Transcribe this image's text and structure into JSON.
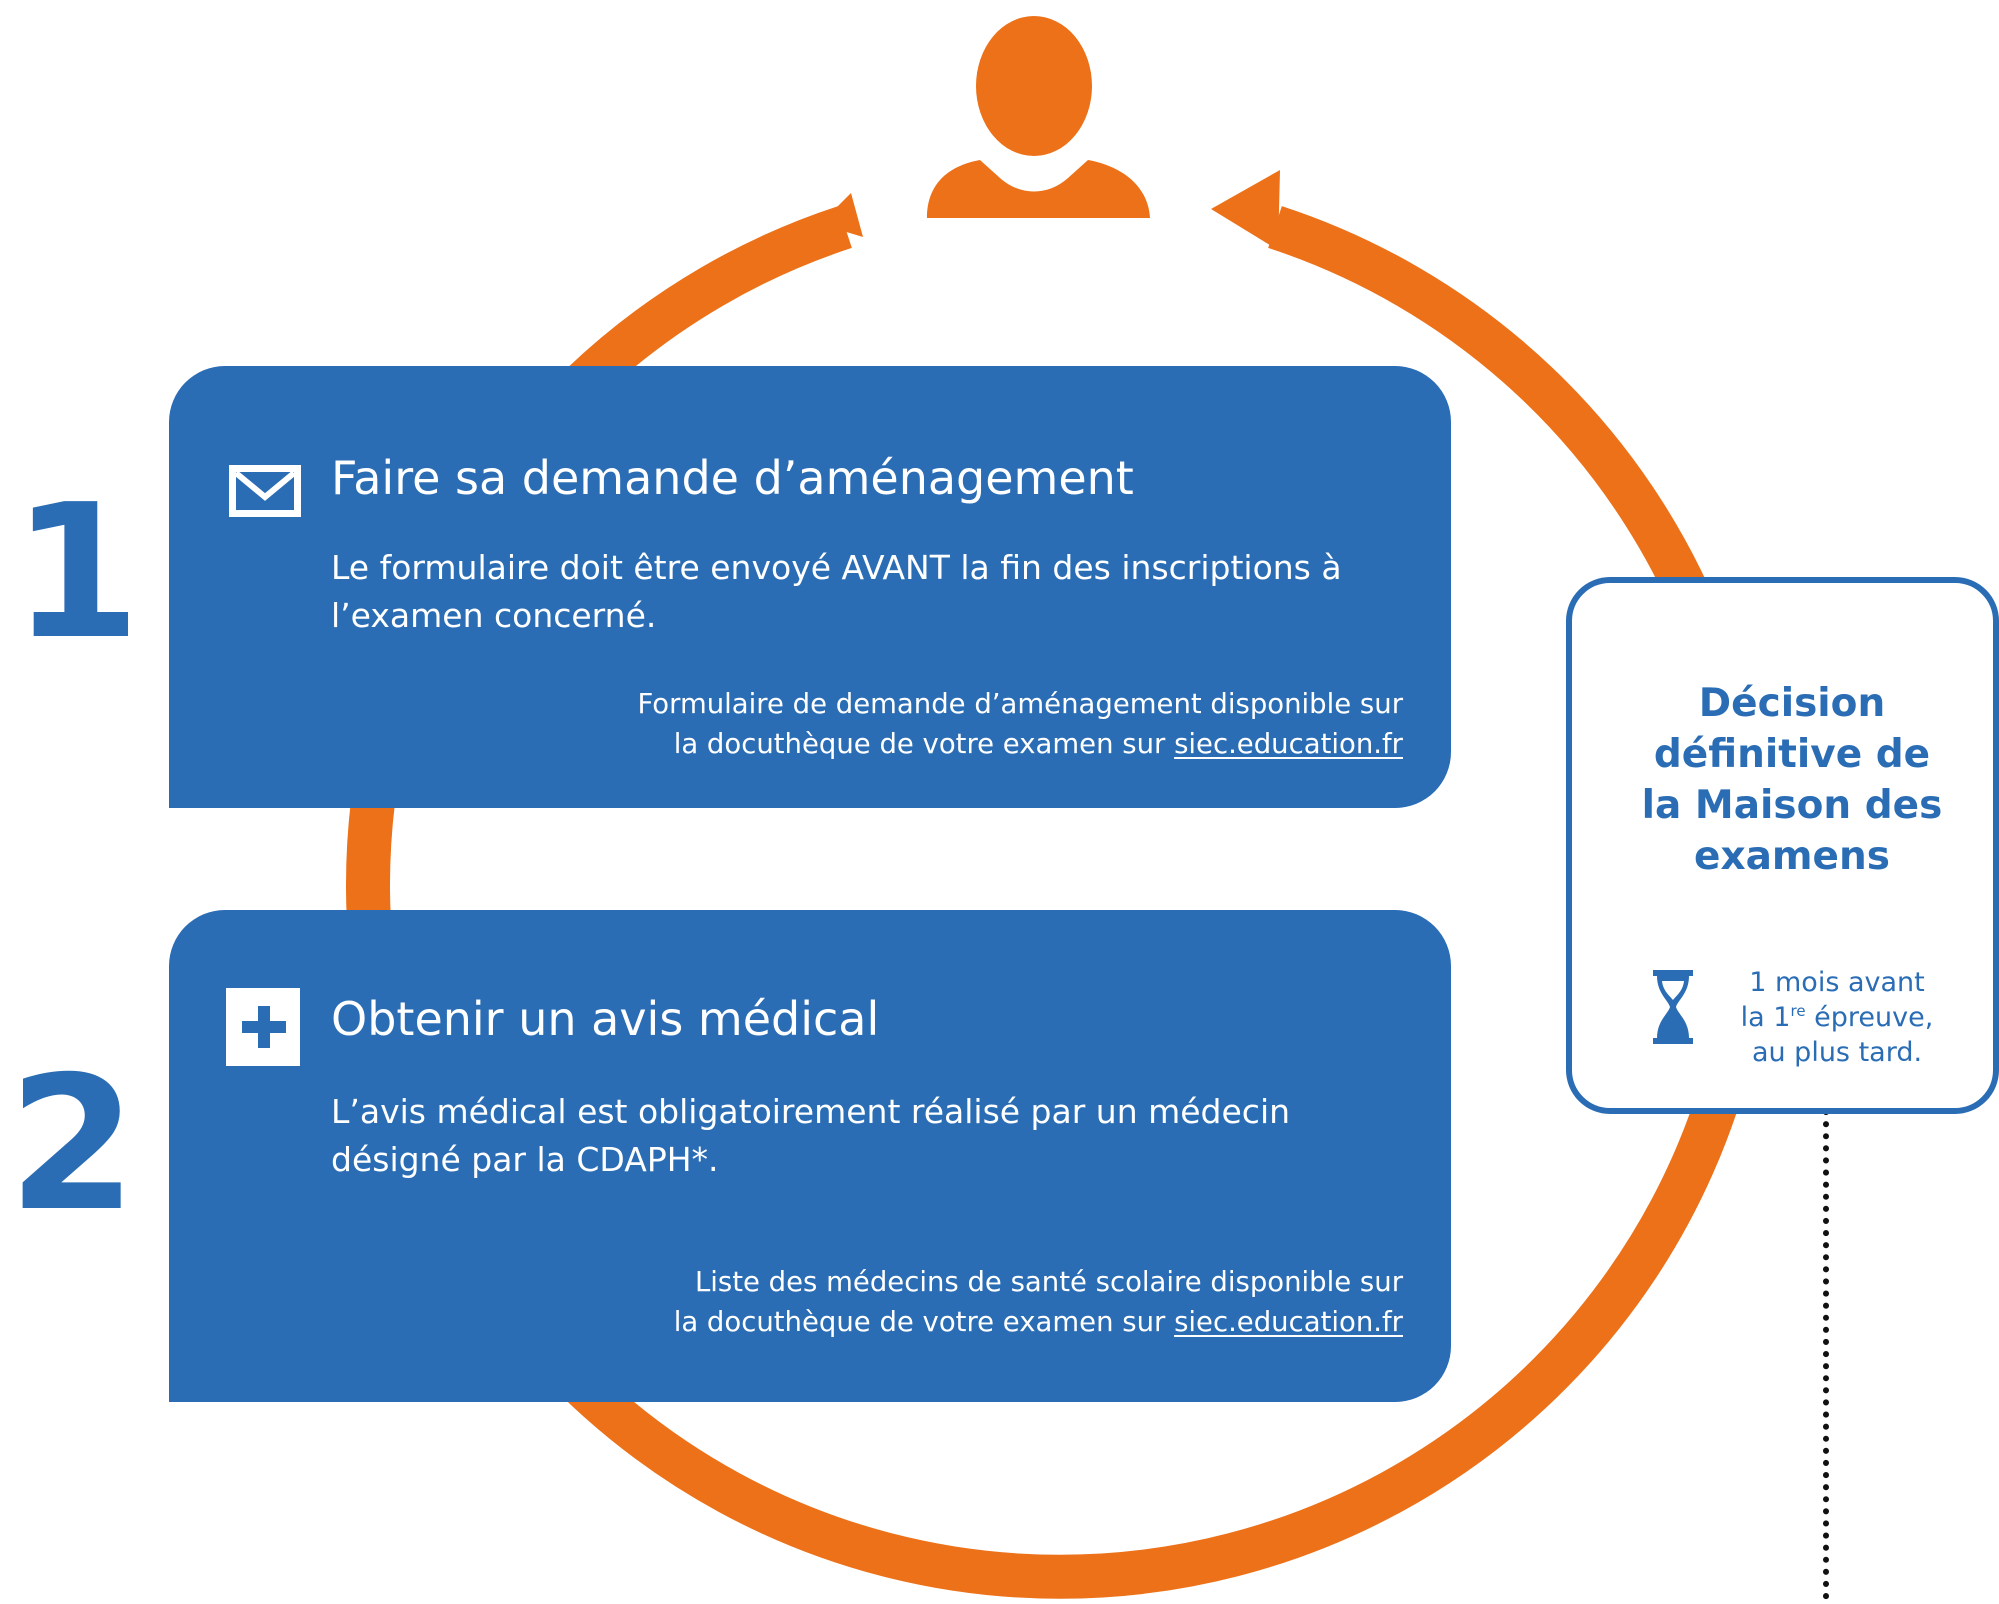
{
  "colors": {
    "accent_orange": "#ec7118",
    "primary_blue": "#2a6db5",
    "text_on_blue": "#ffffff"
  },
  "steps": [
    {
      "number": "1",
      "icon": "envelope-icon",
      "title": "Faire sa demande d’aménagement",
      "body": "Le formulaire doit être envoyé AVANT la fin des inscriptions à l’examen concerné.",
      "note_line1": "Formulaire  de demande d’aménagement disponible sur",
      "note_line2_prefix": "la docuthèque de votre examen sur ",
      "note_link": "siec.education.fr"
    },
    {
      "number": "2",
      "icon": "medical-cross-icon",
      "title": "Obtenir un avis médical",
      "body": "L’avis médical est obligatoirement réalisé par un médecin désigné par la CDAPH*.",
      "note_line1": "Liste des médecins de santé scolaire disponible sur",
      "note_line2_prefix": "la docuthèque de votre examen sur ",
      "note_link": "siec.education.fr"
    }
  ],
  "decision": {
    "title_lines": [
      "Décision",
      "définitive de",
      "la Maison des",
      "examens"
    ],
    "icon": "hourglass-icon",
    "timing_line1": "1 mois avant",
    "timing_line2_prefix": "la 1",
    "timing_line2_sup": "re",
    "timing_line2_suffix": " épreuve,",
    "timing_line3": "au plus tard."
  }
}
